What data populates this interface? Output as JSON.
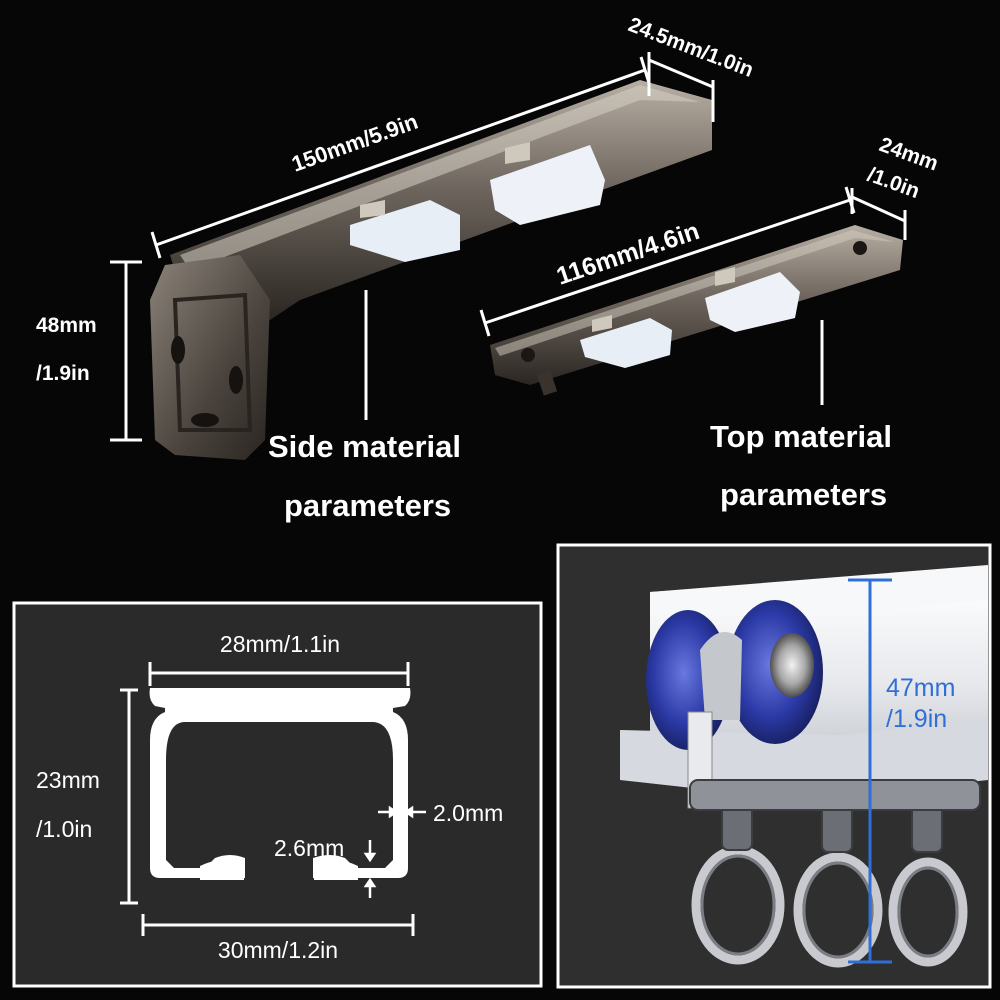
{
  "colors": {
    "background": "#060606",
    "panel": "#2a2a2a",
    "panel_border": "#ffffff",
    "metal_bronze": "#6e665e",
    "roller_blue": "#2b3aa6",
    "measure_blue": "#2f6fd6"
  },
  "side_bracket": {
    "length": "150mm/5.9in",
    "width": "24.5mm/1.0in",
    "height_line1": "48mm",
    "height_line2": "/1.9in",
    "label_line1": "Side material",
    "label_line2": "parameters"
  },
  "top_bracket": {
    "length": "116mm/4.6in",
    "width_line1": "24mm",
    "width_line2": "/1.0in",
    "label_line1": "Top material",
    "label_line2": "parameters"
  },
  "profile": {
    "top_width": "28mm/1.1in",
    "height_line1": "23mm",
    "height_line2": "/1.0in",
    "wall": "2.0mm",
    "slot": "2.6mm",
    "bottom_width": "30mm/1.2in"
  },
  "track_photo": {
    "height_line1": "47mm",
    "height_line2": "/1.9in"
  }
}
